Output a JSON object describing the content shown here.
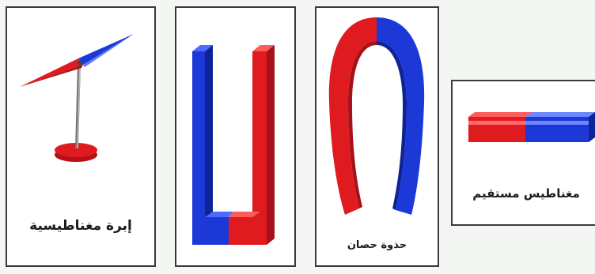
{
  "cards": {
    "needle": {
      "label": "إبرة مغناطيسية"
    },
    "u_magnet": {
      "label": ""
    },
    "horseshoe": {
      "label": "حذوة حصان"
    },
    "bar": {
      "label": "مغناطيس مستقيم"
    }
  },
  "colors": {
    "north_red": "#e01b1f",
    "south_blue": "#1c39d8",
    "card_border": "#3a3a3a",
    "background": "#f3f6f3"
  }
}
